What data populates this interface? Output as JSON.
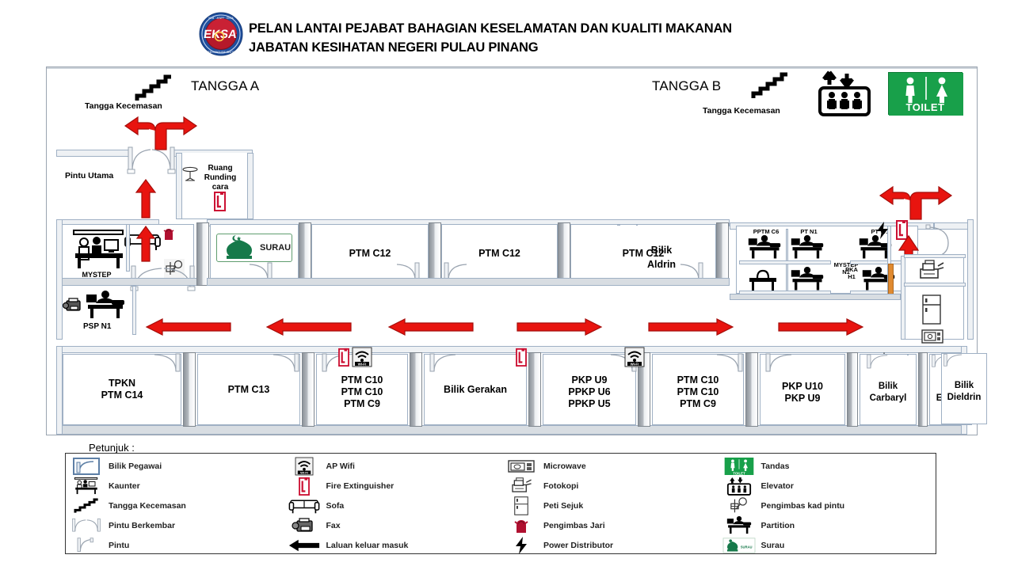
{
  "header": {
    "logo_text": "EKSA",
    "title_line1": "PELAN LANTAI PEJABAT BAHAGIAN KESELAMATAN DAN  KUALITI MAKANAN",
    "title_line2": "JABATAN KESIHATAN NEGERI PULAU PINANG"
  },
  "plan": {
    "stair_a_label": "TANGGA A",
    "stair_a_sub": "Tangga Kecemasan",
    "stair_b_label": "TANGGA B",
    "stair_b_sub": "Tangga Kecemasan",
    "toilet_label": "TOILET",
    "main_door_label": "Pintu Utama",
    "consult_room": "Ruang\nRunding\ncara",
    "consult_room_l1": "Ruang",
    "consult_room_l2": "Runding",
    "consult_room_l3": "cara",
    "surau_label": "SURAU",
    "mystep_n1_l1": "MYSTEP",
    "mystep_n1_l2": "N1",
    "psp_n1": "PSP N1",
    "middle_rooms": [
      {
        "name": "PTM C12"
      },
      {
        "name": "PTM C12"
      },
      {
        "name": "PTM C12"
      },
      {
        "name": "Bilik\nAldrin",
        "l1": "Bilik",
        "l2": "Aldrin"
      }
    ],
    "cubicles": [
      {
        "name": "PPTM C6"
      },
      {
        "name": "PT N1"
      },
      {
        "name": "PT W1"
      },
      {
        "name": "MYSTEP",
        "name2": "N1"
      },
      {
        "name": "PKA",
        "name2": "H1"
      }
    ],
    "bottom_rooms": [
      {
        "lines": [
          "TPKN",
          "PTM C14"
        ]
      },
      {
        "lines": [
          "PTM C13"
        ]
      },
      {
        "lines": [
          "PTM C10",
          "PTM C10",
          "PTM C9"
        ]
      },
      {
        "lines": [
          "Bilik Gerakan"
        ]
      },
      {
        "lines": [
          "PKP U9",
          "PPKP U6",
          "PPKP U5"
        ]
      },
      {
        "lines": [
          "PTM C10",
          "PTM C10",
          "PTM C9"
        ]
      },
      {
        "lines": [
          "PKP U10",
          "PKP U9"
        ]
      },
      {
        "lines": [
          "Bilik",
          "Carbaryl"
        ]
      },
      {
        "lines": [
          "Bilik",
          "Endrin"
        ]
      },
      {
        "lines": [
          "Bilik",
          "Dieldrin"
        ]
      }
    ]
  },
  "legend": {
    "title": "Petunjuk :",
    "columns": [
      [
        {
          "icon": "bilik-pegawai-icon",
          "label": "Bilik Pegawai"
        },
        {
          "icon": "kaunter-icon",
          "label": "Kaunter"
        },
        {
          "icon": "tangga-kecemasan-icon",
          "label": "Tangga Kecemasan"
        },
        {
          "icon": "pintu-berkembar-icon",
          "label": "Pintu Berkembar"
        },
        {
          "icon": "pintu-icon",
          "label": "Pintu"
        }
      ],
      [
        {
          "icon": "ap-wifi-icon",
          "label": "AP Wifi"
        },
        {
          "icon": "fire-extinguisher-icon",
          "label": "Fire Extinguisher"
        },
        {
          "icon": "sofa-icon",
          "label": "Sofa"
        },
        {
          "icon": "fax-icon",
          "label": "Fax"
        },
        {
          "icon": "laluan-keluar-masuk-icon",
          "label": "Laluan keluar masuk"
        }
      ],
      [
        {
          "icon": "microwave-icon",
          "label": "Microwave"
        },
        {
          "icon": "fotokopi-icon",
          "label": "Fotokopi"
        },
        {
          "icon": "peti-sejuk-icon",
          "label": "Peti Sejuk"
        },
        {
          "icon": "pengimbas-jari-icon",
          "label": "Pengimbas Jari"
        },
        {
          "icon": "power-distributor-icon",
          "label": "Power Distributor"
        }
      ],
      [
        {
          "icon": "tandas-icon",
          "label": "Tandas"
        },
        {
          "icon": "elevator-icon",
          "label": "Elevator"
        },
        {
          "icon": "pengimbas-kad-pintu-icon",
          "label": "Pengimbas kad pintu"
        },
        {
          "icon": "partition-icon",
          "label": "Partition"
        },
        {
          "icon": "surau-icon",
          "label": "Surau"
        }
      ]
    ]
  },
  "colors": {
    "arrow_red": "#e8140f",
    "wall_fill": "#eef1f4",
    "wall_stroke": "#9fb0c4",
    "green_sign": "#18a04a",
    "logo_blue": "#1f4e9c",
    "logo_red": "#b5192a",
    "orange_partition": "#e08a30"
  }
}
